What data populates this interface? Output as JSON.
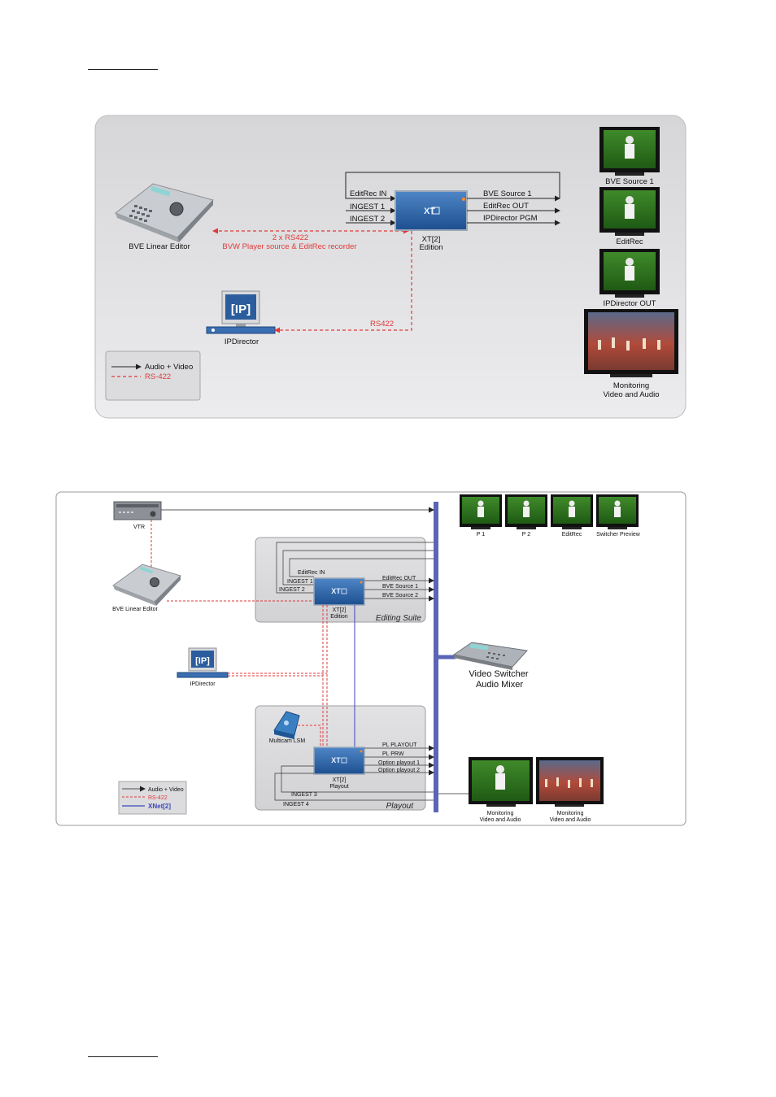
{
  "diagram1": {
    "bve_linear_editor": "BVE Linear Editor",
    "rs422_top": "2 x RS422",
    "rs422_sub": "BVW Player source & EditRec recorder",
    "editrec_in": "EditRec IN",
    "ingest1": "INGEST 1",
    "ingest2": "INGEST 2",
    "xt_label": "XT",
    "xt_caption_1": "XT[2]",
    "xt_caption_2": "Edition",
    "bve_source1": "BVE Source 1",
    "editrec_out": "EditRec OUT",
    "ipdirector_pgm": "IPDirector PGM",
    "ipdirector": "IPDirector",
    "ip_logo": "[IP]",
    "rs422_ip": "RS422",
    "legend_av": "Audio + Video",
    "legend_rs": "RS-422",
    "mon_bve_source1": "BVE Source 1",
    "mon_editrec": "EditRec",
    "mon_ipdirector_out": "IPDirector OUT",
    "mon_monitoring_1": "Monitoring",
    "mon_monitoring_2": "Video and Audio"
  },
  "diagram2": {
    "vtr": "VTR",
    "bve_linear_editor": "BVE Linear Editor",
    "ipdirector": "IPDirector",
    "ip_logo": "[IP]",
    "multicam_lsm": "Multicam LSM",
    "editing_suite": "Editing Suite",
    "playout": "Playout",
    "editrec_in": "EditRec IN",
    "ingest1": "INGEST 1",
    "ingest2": "INGEST 2",
    "xt_label": "XT",
    "xt_edition_1": "XT[2]",
    "xt_edition_2": "Edition",
    "editrec_out": "EditRec OUT",
    "bve_source1": "BVE Source 1",
    "bve_source2": "BVE Source 2",
    "xt_playout_1": "XT[2]",
    "xt_playout_2": "Playout",
    "pl_playout": "PL PLAYOUT",
    "pl_prw": "PL PRW",
    "option_playout1": "Option playout 1",
    "option_playout2": "Option playout 2",
    "ingest3": "INGEST 3",
    "ingest4": "INGEST 4",
    "mon_p1": "P 1",
    "mon_p2": "P 2",
    "mon_editrec": "EditRec",
    "mon_switcher_preview": "Switcher Preview",
    "video_switcher": "Video Switcher",
    "audio_mixer": "Audio Mixer",
    "mon_a_1": "Monitoring",
    "mon_a_2": "Video and Audio",
    "mon_b_1": "Monitoring",
    "mon_b_2": "Video and Audio",
    "legend_av": "Audio + Video",
    "legend_rs": "RS-422",
    "legend_xnet": "XNet[2]"
  }
}
